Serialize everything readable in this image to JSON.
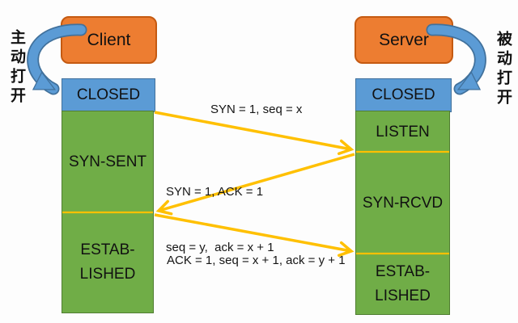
{
  "client": {
    "title": "Client",
    "states": {
      "closed": "CLOSED",
      "syn_sent": "SYN-SENT",
      "established_line1": "ESTAB-",
      "established_line2": "LISHED"
    }
  },
  "server": {
    "title": "Server",
    "states": {
      "closed": "CLOSED",
      "listen": "LISTEN",
      "syn_rcvd": "SYN-RCVD",
      "established_line1": "ESTAB-",
      "established_line2": "LISHED"
    }
  },
  "annotations": {
    "active_open": "主动打开",
    "passive_open": "被动打开"
  },
  "messages": {
    "syn": "SYN = 1, seq = x",
    "syn_ack_line1": "SYN = 1, ACK = 1",
    "syn_ack_line2": "seq = y,  ack = x + 1",
    "ack": "ACK = 1, seq = x + 1, ack = y + 1"
  },
  "colors": {
    "actor_fill": "#ED7D31",
    "actor_border": "#C55A11",
    "closed_fill": "#5B9BD5",
    "closed_border": "#41719C",
    "state_fill": "#70AD47",
    "state_border": "#507E32",
    "message_arrow": "#FFC000",
    "open_arrow": "#5B9BD5",
    "text": "#111111",
    "background": "#FDFDFD"
  }
}
